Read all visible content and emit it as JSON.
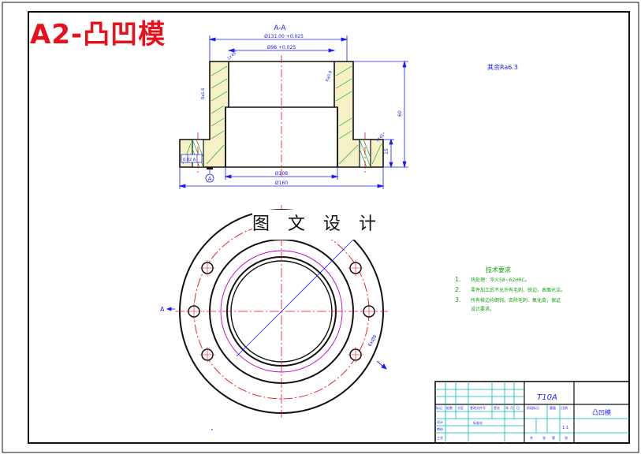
{
  "drawing": {
    "title": "A2-凸凹模",
    "watermark": "图 文 设 计",
    "section_label": "A-A",
    "view_marker_bottom": "A",
    "view_marker_left": "A",
    "roughness_note": "其余Ra6.3",
    "dimensions": {
      "top_bore": "Ø131.00 +0.025",
      "inner_bore": "Ø98 +0.025",
      "width_inner": "Ø108",
      "width_outer": "Ø160",
      "height_total": "60",
      "flange_height": "15",
      "chamfer_top": "1x45°",
      "chamfer_side": "1x45°",
      "hole_callout": "6xØ9",
      "datum_box": "0.02 A",
      "side_note_left": "Ra1.6",
      "side_note_right": "Ra0.8"
    },
    "tech_requirements": {
      "heading": "技术要求",
      "items": [
        {
          "num": "1.",
          "text": "热处理：淬火58~62HRC。"
        },
        {
          "num": "2.",
          "text": "零件加工后不允许有毛刺、锐边，表面光洁。"
        },
        {
          "num": "3.",
          "text": "所有棱边均倒钝，去除毛刺、氧化皮，保证"
        },
        {
          "num": "",
          "text": "设计要求。"
        }
      ]
    },
    "title_block": {
      "material": "T10A",
      "part_name": "凸凹模",
      "headers": [
        "标记",
        "处数",
        "分区",
        "更改文件号",
        "签名",
        "年",
        "月",
        "日"
      ],
      "stage_label": "阶段标记",
      "weight_label": "重量",
      "scale_label": "比例",
      "scale_value": "1:1",
      "standard_label": "标准化",
      "left_rows": [
        "设计",
        "审核",
        "工艺"
      ],
      "sheet_labels": [
        "共",
        "张",
        "第",
        "张"
      ]
    }
  },
  "colors": {
    "outline": "#111111",
    "part_fill": "#f6f1c7",
    "dimension": "#1a1aff",
    "centerline": "#e8101a",
    "hatch": "#14a314",
    "hidden": "#c000c0",
    "title_red": "#e8101a",
    "text_blue": "#2222ff",
    "tech_green": "#12a012",
    "table_cyan": "#00b8b8"
  }
}
